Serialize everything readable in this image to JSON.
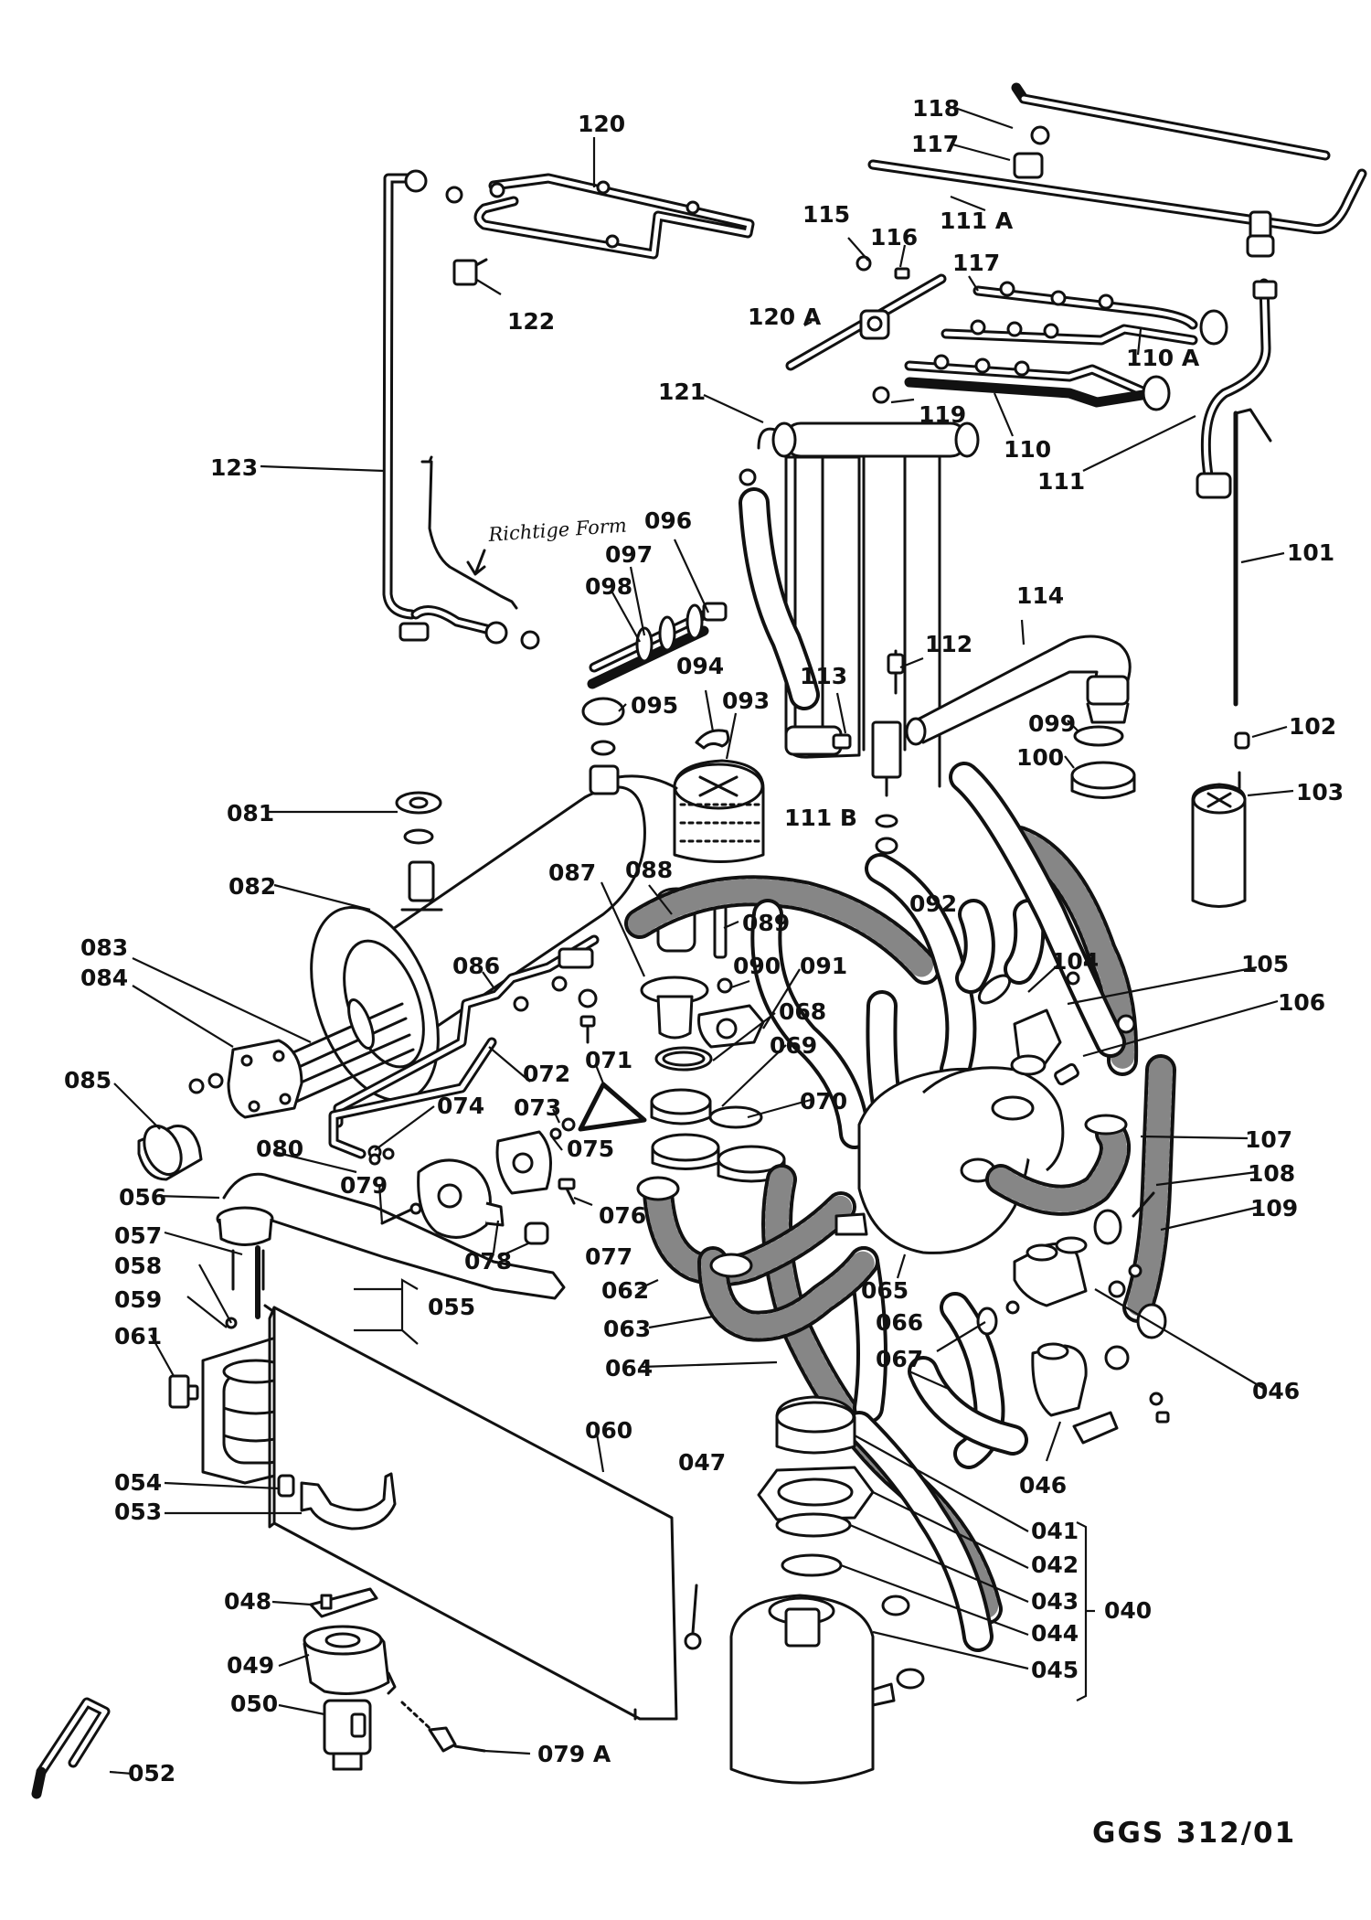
{
  "diagram_title": "",
  "handwritten_note": "Richtige Form",
  "reference": "GGS 312/01",
  "parts": {
    "p118": "118",
    "p117a": "117",
    "p111a": "111 A",
    "p120": "120",
    "p115": "115",
    "p116": "116",
    "p117b": "117",
    "p122": "122",
    "p120a": "120 A",
    "p110a": "110 A",
    "p121": "121",
    "p119": "119",
    "p110": "110",
    "p123": "123",
    "p111": "111",
    "p096": "096",
    "p097": "097",
    "p098": "098",
    "p101": "101",
    "p114": "114",
    "p112": "112",
    "p094": "094",
    "p113": "113",
    "p093": "093",
    "p095": "095",
    "p099": "099",
    "p102": "102",
    "p100": "100",
    "p081": "081",
    "p111b": "111 B",
    "p103": "103",
    "p082": "082",
    "p087": "087",
    "p088": "088",
    "p089": "089",
    "p092": "092",
    "p083": "083",
    "p084": "084",
    "p086": "086",
    "p090": "090",
    "p091": "091",
    "p104": "104",
    "p105": "105",
    "p106": "106",
    "p068": "068",
    "p069": "069",
    "p085": "085",
    "p072": "072",
    "p071": "071",
    "p074": "074",
    "p073": "073",
    "p070": "070",
    "p075": "075",
    "p080": "080",
    "p107": "107",
    "p108": "108",
    "p109": "109",
    "p079": "079",
    "p056": "056",
    "p076": "076",
    "p057": "057",
    "p078": "078",
    "p077": "077",
    "p058": "058",
    "p055": "055",
    "p062": "062",
    "p065": "065",
    "p059": "059",
    "p063": "063",
    "p066": "066",
    "p061": "061",
    "p064": "064",
    "p067": "067",
    "p046a": "046",
    "p060": "060",
    "p047": "047",
    "p046b": "046",
    "p054": "054",
    "p041": "041",
    "p053": "053",
    "p042": "042",
    "p043": "043",
    "p040": "040",
    "p048": "048",
    "p044": "044",
    "p049": "049",
    "p045": "045",
    "p050": "050",
    "p079a": "079 A",
    "p052": "052"
  }
}
